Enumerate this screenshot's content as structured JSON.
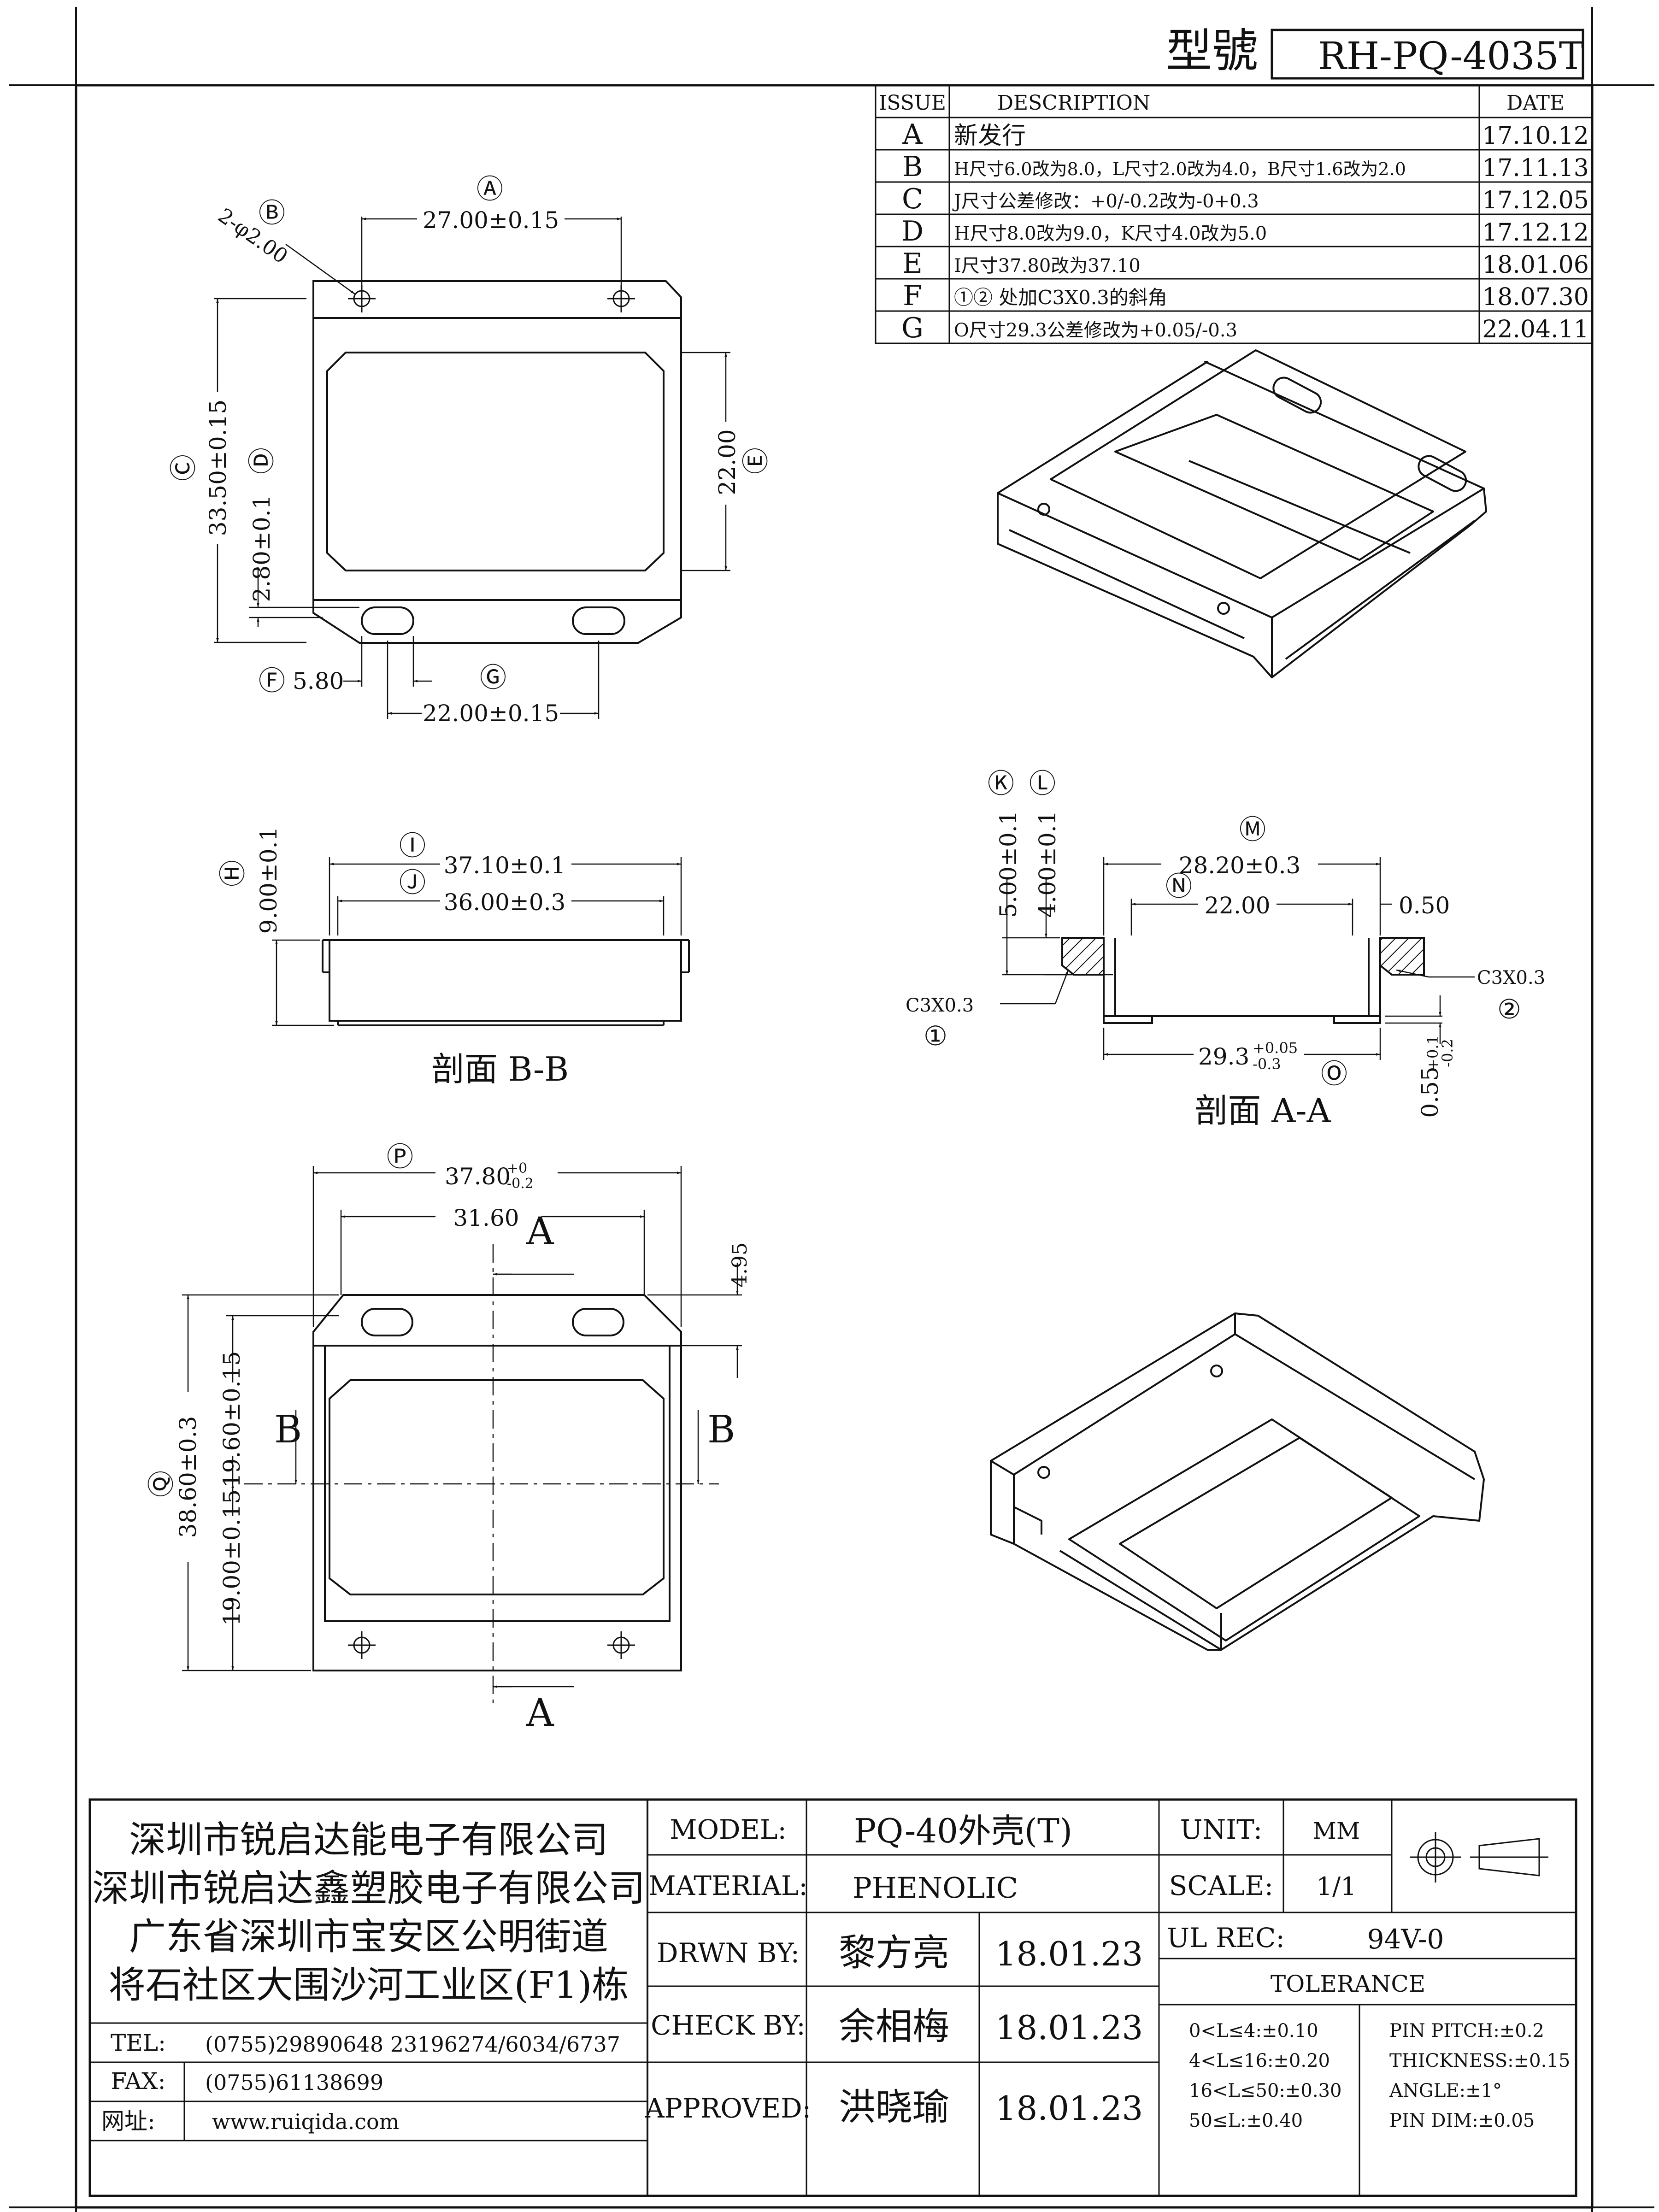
{
  "title_block": {
    "model_no_label": "型號",
    "model_no": "RH-PQ-4035T"
  },
  "revision_table": {
    "headers": [
      "ISSUE",
      "DESCRIPTION",
      "DATE"
    ],
    "rows": [
      {
        "issue": "A",
        "desc": "新发行",
        "date": "17.10.12"
      },
      {
        "issue": "B",
        "desc": "H尺寸6.0改为8.0，L尺寸2.0改为4.0，B尺寸1.6改为2.0",
        "date": "17.11.13"
      },
      {
        "issue": "C",
        "desc": "J尺寸公差修改：+0/-0.2改为-0+0.3",
        "date": "17.12.05"
      },
      {
        "issue": "D",
        "desc": "H尺寸8.0改为9.0，K尺寸4.0改为5.0",
        "date": "17.12.12"
      },
      {
        "issue": "E",
        "desc": "I尺寸37.80改为37.10",
        "date": "18.01.06"
      },
      {
        "issue": "F",
        "desc": "①② 处加C3X0.3的斜角",
        "date": "18.07.30"
      },
      {
        "issue": "G",
        "desc": "O尺寸29.3公差修改为+0.05/-0.3",
        "date": "22.04.11"
      }
    ]
  },
  "top_view": {
    "A_mark": "Ⓐ",
    "A_dim": "27.00±0.15",
    "B_mark": "Ⓑ",
    "B_dim": "2-φ2.00",
    "C_mark": "Ⓒ",
    "C_dim": "33.50±0.15",
    "D_mark": "Ⓓ",
    "D_dim": "2.80±0.1",
    "E_mark": "Ⓔ",
    "E_dim": "22.00",
    "F_mark": "Ⓕ",
    "F_dim": "5.80",
    "G_mark": "Ⓖ",
    "G_dim": "22.00±0.15"
  },
  "section_bb": {
    "H_mark": "Ⓗ",
    "H_dim": "9.00±0.1",
    "I_mark": "Ⓘ",
    "I_dim": "37.10±0.1",
    "J_mark": "Ⓙ",
    "J_dim": "36.00±0.3",
    "caption": "剖面 B-B"
  },
  "section_aa": {
    "K_mark": "Ⓚ",
    "K_dim": "5.00±0.1",
    "L_mark": "Ⓛ",
    "L_dim": "4.00±0.1",
    "M_mark": "Ⓜ",
    "M_dim": "28.20±0.3",
    "N_mark": "Ⓝ",
    "N_dim": "22.00",
    "wall": "0.50",
    "chamfer_1": "C3X0.3",
    "chamfer_1_mark": "①",
    "chamfer_2": "C3X0.3",
    "chamfer_2_mark": "②",
    "O_mark": "Ⓞ",
    "O_dim": "29.3",
    "O_tol_up": "+0.05",
    "O_tol_dn": "-0.3",
    "foot_dim": "0.55",
    "foot_tol_up": "+0.1",
    "foot_tol_dn": "-0.2",
    "caption": "剖面 A-A"
  },
  "bottom_view": {
    "P_mark": "Ⓟ",
    "P_dim": "37.80",
    "P_tol_up": "+0",
    "P_tol_dn": "-0.2",
    "inner_width": "31.60",
    "edge": "4.95",
    "Q_mark": "Ⓠ",
    "Q_dim": "38.60±0.3",
    "upper": "19.60±0.15",
    "lower": "19.00±0.15",
    "sec_A": "A",
    "sec_B": "B"
  },
  "company": {
    "lines": [
      "深圳市锐启达能电子有限公司",
      "深圳市锐启达鑫塑胶电子有限公司",
      "广东省深圳市宝安区公明街道",
      "将石社区大围沙河工业区(F1)栋"
    ],
    "tel_label": "TEL:",
    "tel": "(0755)29890648  23196274/6034/6737",
    "fax_label": "FAX:",
    "fax": "(0755)61138699",
    "web_label": "网址:",
    "web": "www.ruiqida.com"
  },
  "info": {
    "model_label": "MODEL:",
    "model": "PQ-40外壳(T)",
    "material_label": "MATERIAL:",
    "material": "PHENOLIC",
    "drawn_label": "DRWN BY:",
    "drawn_name": "黎方亮",
    "drawn_date": "18.01.23",
    "check_label": "CHECK BY:",
    "check_name": "余相梅",
    "check_date": "18.01.23",
    "approved_label": "APPROVED:",
    "approved_name": "洪晓瑜",
    "approved_date": "18.01.23",
    "unit_label": "UNIT:",
    "unit": "MM",
    "scale_label": "SCALE:",
    "scale": "1/1",
    "ul_label": "UL REC:",
    "ul": "94V-0",
    "tolerance_title": "TOLERANCE",
    "tol_left": [
      "0<L≤4:±0.10",
      "4<L≤16:±0.20",
      "16<L≤50:±0.30",
      "50≤L:±0.40"
    ],
    "tol_right": [
      "PIN PITCH:±0.2",
      "THICKNESS:±0.15",
      "ANGLE:±1°",
      "PIN DIM:±0.05"
    ]
  }
}
